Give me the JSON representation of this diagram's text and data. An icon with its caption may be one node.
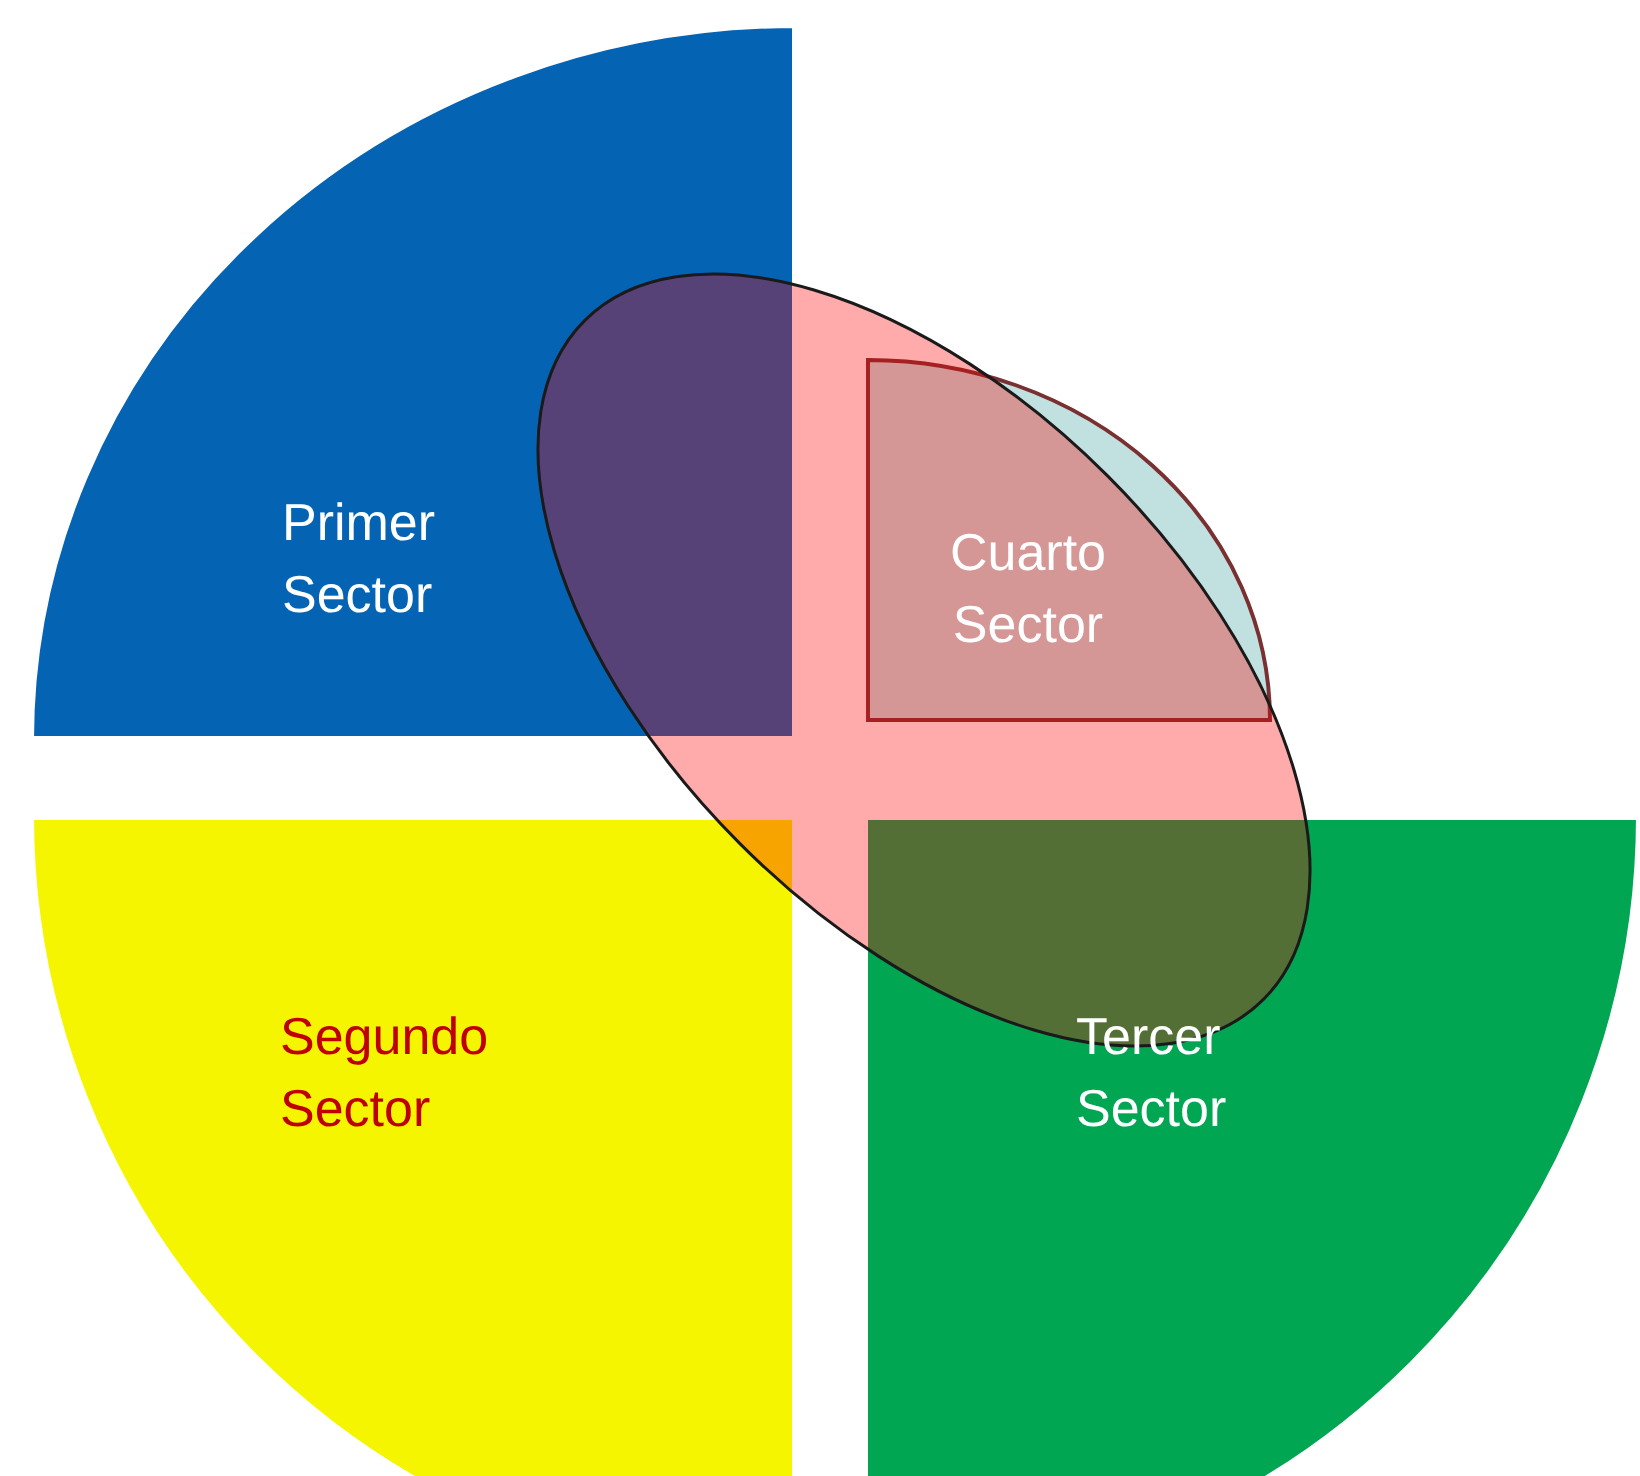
{
  "diagram": {
    "nodes": [
      {
        "text": [
          "Primer Sector"
        ]
      },
      {
        "text": [
          "Segundo Sector"
        ]
      },
      {
        "text": [
          "Tercer Sector"
        ]
      },
      {
        "text": [
          "Cuarto Sector"
        ]
      }
    ]
  }
}
